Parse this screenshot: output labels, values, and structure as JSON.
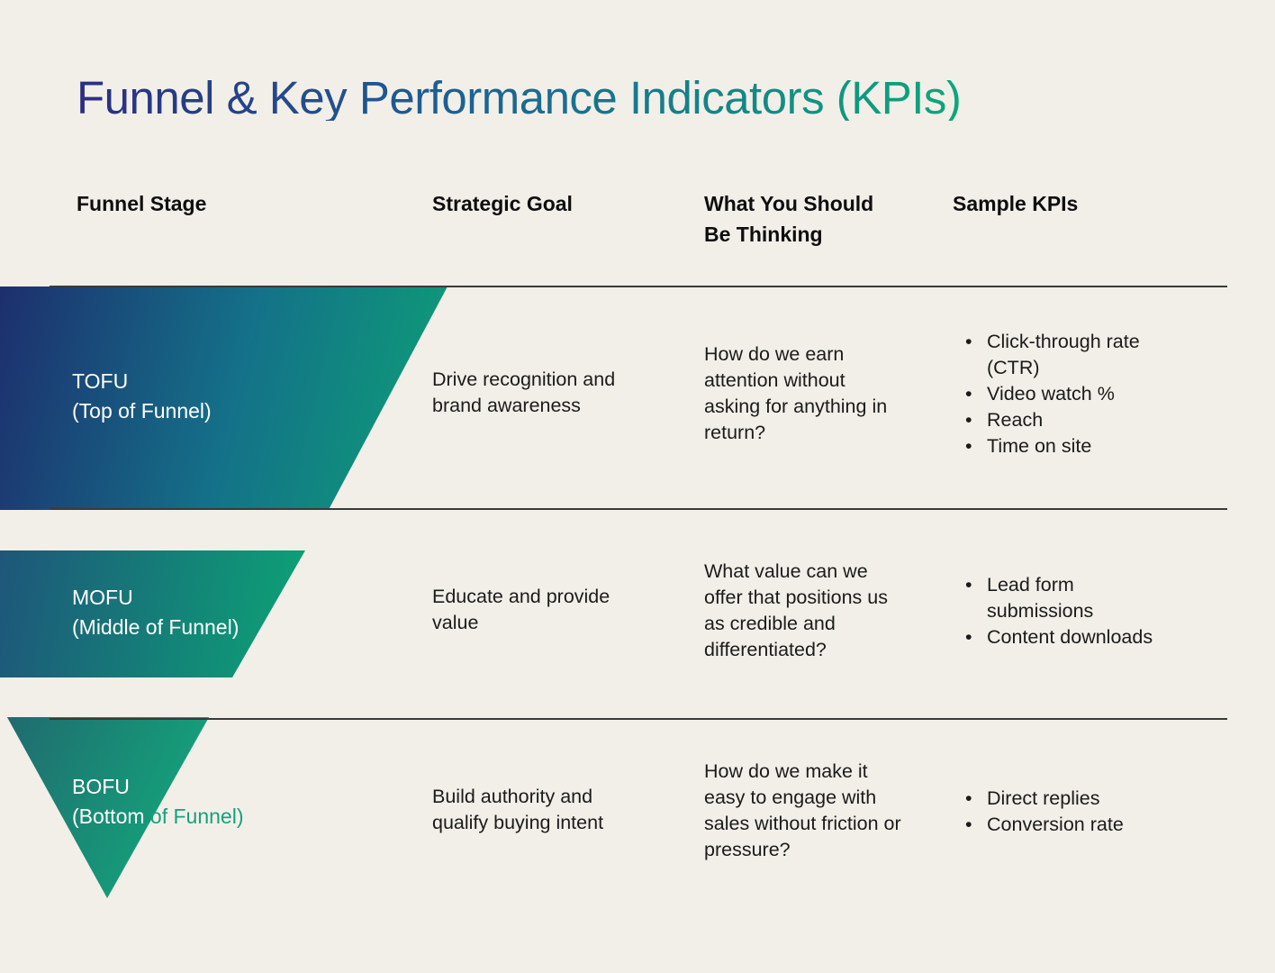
{
  "title": "Funnel & Key Performance Indicators (KPIs)",
  "table": {
    "headers": {
      "funnel_stage": "Funnel Stage",
      "strategic_goal": "Strategic Goal",
      "thinking": "What You Should\nBe Thinking",
      "sample_kpis": "Sample KPIs"
    },
    "rows": [
      {
        "stage_abbr": "TOFU",
        "stage_full": "(Top of Funnel)",
        "goal": "Drive recognition and\nbrand awareness",
        "thinking": "How do we earn\nattention without\nasking for anything in\nreturn?",
        "kpis": [
          "Click-through rate\n(CTR)",
          "Video watch %",
          "Reach",
          "Time on site"
        ]
      },
      {
        "stage_abbr": "MOFU",
        "stage_full": "(Middle of Funnel)",
        "goal": "Educate and provide\nvalue",
        "thinking": "What value can we\noffer that positions us\nas credible and\ndifferentiated?",
        "kpis": [
          "Lead form\nsubmissions",
          "Content downloads"
        ]
      },
      {
        "stage_abbr": "BOFU",
        "stage_full_inside": "(Bottom ",
        "stage_full_outside": "of Funnel)",
        "goal": "Build authority and\nqualify buying intent",
        "thinking": "How do we make it\neasy to engage with\nsales without friction or\npressure?",
        "kpis": [
          "Direct replies",
          "Conversion rate"
        ]
      }
    ]
  },
  "colors": {
    "background": "#f2efe8",
    "rule": "#3a3a3a",
    "title_gradient_start": "#2b2e81",
    "title_gradient_mid": "#1c6394",
    "title_gradient_end": "#0ca77b",
    "funnel_navy": "#1d2f6e",
    "funnel_teal": "#147189",
    "funnel_green": "#0da076",
    "mofu_left": "#1e567a",
    "bofu_left": "#20696f",
    "bofu_green": "#14a47b",
    "bofu_outside_label": "#16a17c"
  }
}
